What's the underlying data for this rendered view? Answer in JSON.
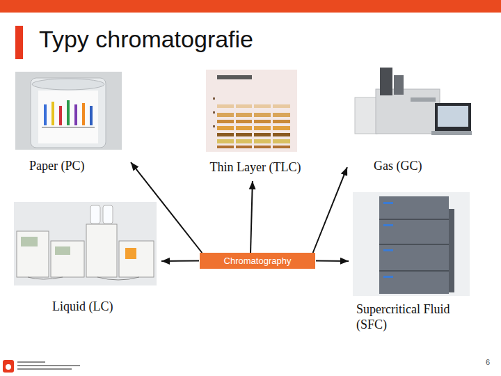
{
  "diagram": {
    "title": "Typy chromatografie",
    "nodes": [
      {
        "text": [
          "Paper (PC)"
        ]
      },
      {
        "text": [
          "Thin Layer (TLC)"
        ]
      },
      {
        "text": [
          "Gas (GC)"
        ]
      },
      {
        "text": [
          "Chromatography"
        ]
      },
      {
        "text": [
          "Liquid (LC)"
        ]
      },
      {
        "text": [
          "Supercritical Fluid (SFC)"
        ]
      }
    ],
    "edges": [
      {
        "from": 3,
        "to": 0,
        "arrow": "to"
      },
      {
        "from": 3,
        "to": 1,
        "arrow": "to"
      },
      {
        "from": 3,
        "to": 2,
        "arrow": "to"
      },
      {
        "from": 3,
        "to": 4,
        "arrow": "to"
      },
      {
        "from": 3,
        "to": 5,
        "arrow": "to"
      }
    ],
    "labels": [
      "6"
    ]
  }
}
